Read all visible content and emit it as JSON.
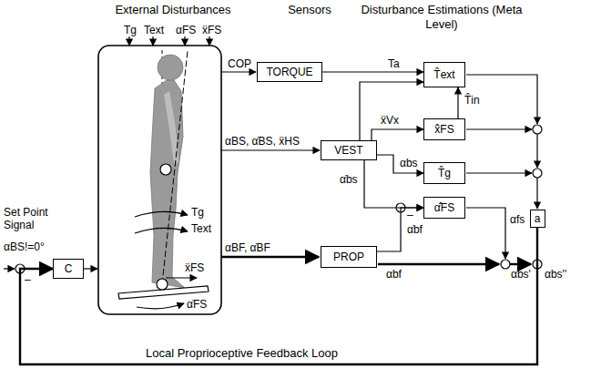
{
  "diagram": {
    "nodes": [
      {
        "text": [
          "TORQUE"
        ]
      },
      {
        "text": [
          "VEST"
        ]
      },
      {
        "text": [
          "PROP"
        ]
      },
      {
        "text": [
          "C"
        ]
      },
      {
        "text": [
          "T̂ext"
        ]
      },
      {
        "text": [
          "ẍ̂FS"
        ]
      },
      {
        "text": [
          "T̂g"
        ]
      },
      {
        "text": [
          "α̇̂FS"
        ]
      },
      {
        "text": [
          "a"
        ]
      }
    ],
    "edges": [
      {
        "from": 0,
        "to": 4,
        "arrow": "to",
        "label": "Ta"
      },
      {
        "from": 1,
        "to": 4,
        "arrow": "to"
      },
      {
        "from": 1,
        "to": 5,
        "arrow": "to",
        "label": "ẍVx"
      },
      {
        "from": 5,
        "to": 4,
        "arrow": "to",
        "label": "T̂in"
      },
      {
        "from": 1,
        "to": 6,
        "arrow": "to",
        "label": "αbs"
      },
      {
        "from": 1,
        "to": 7,
        "arrow": "to",
        "label": "α̇bs"
      },
      {
        "from": 2,
        "to": 7,
        "arrow": "to",
        "label": "α̇bf"
      },
      {
        "from": 8,
        "to": 3,
        "arrow": "to"
      }
    ],
    "labels": [
      "External Disturbances",
      "Sensors",
      "Disturbance Estimations (Meta Level)",
      "Tg",
      "Text",
      "αFS",
      "ẍFS",
      "COP",
      "αBS, α̇BS, ẍHS",
      "αBF, α̇BF",
      "Set Point Signal",
      "αBS!=0°",
      "–",
      "Tg",
      "Text",
      "ẍFS",
      "α̇FS",
      "–",
      "αfs",
      "αbf",
      "αbs'",
      "αbs''",
      "Local Proprioceptive Feedback Loop"
    ]
  }
}
